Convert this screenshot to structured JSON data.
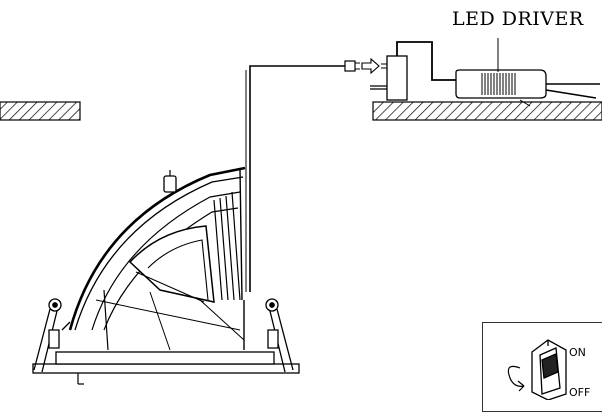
{
  "driver": {
    "label": "LED DRIVER"
  },
  "switch": {
    "on_label": "ON",
    "off_label": "OFF"
  }
}
